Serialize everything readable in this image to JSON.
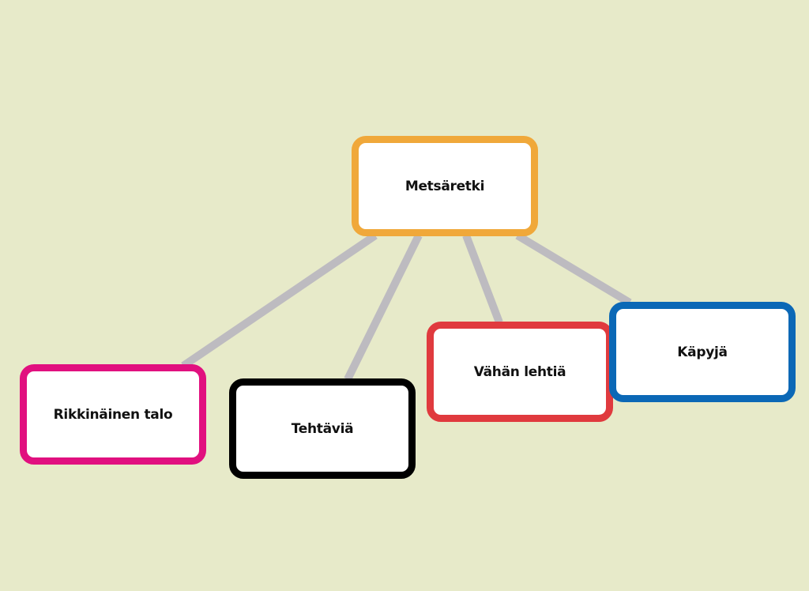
{
  "background_color": "#E7EAC9",
  "link_color": "#BDBBC0",
  "root": {
    "label": "Metsäretki",
    "color": "#F0A83A"
  },
  "children": [
    {
      "label": "Rikkinäinen talo",
      "color": "#E1107F"
    },
    {
      "label": "Tehtäviä",
      "color": "#000000"
    },
    {
      "label": "Vähän lehtiä",
      "color": "#E03A3E"
    },
    {
      "label": "Käpyjä",
      "color": "#0B68B6"
    }
  ]
}
